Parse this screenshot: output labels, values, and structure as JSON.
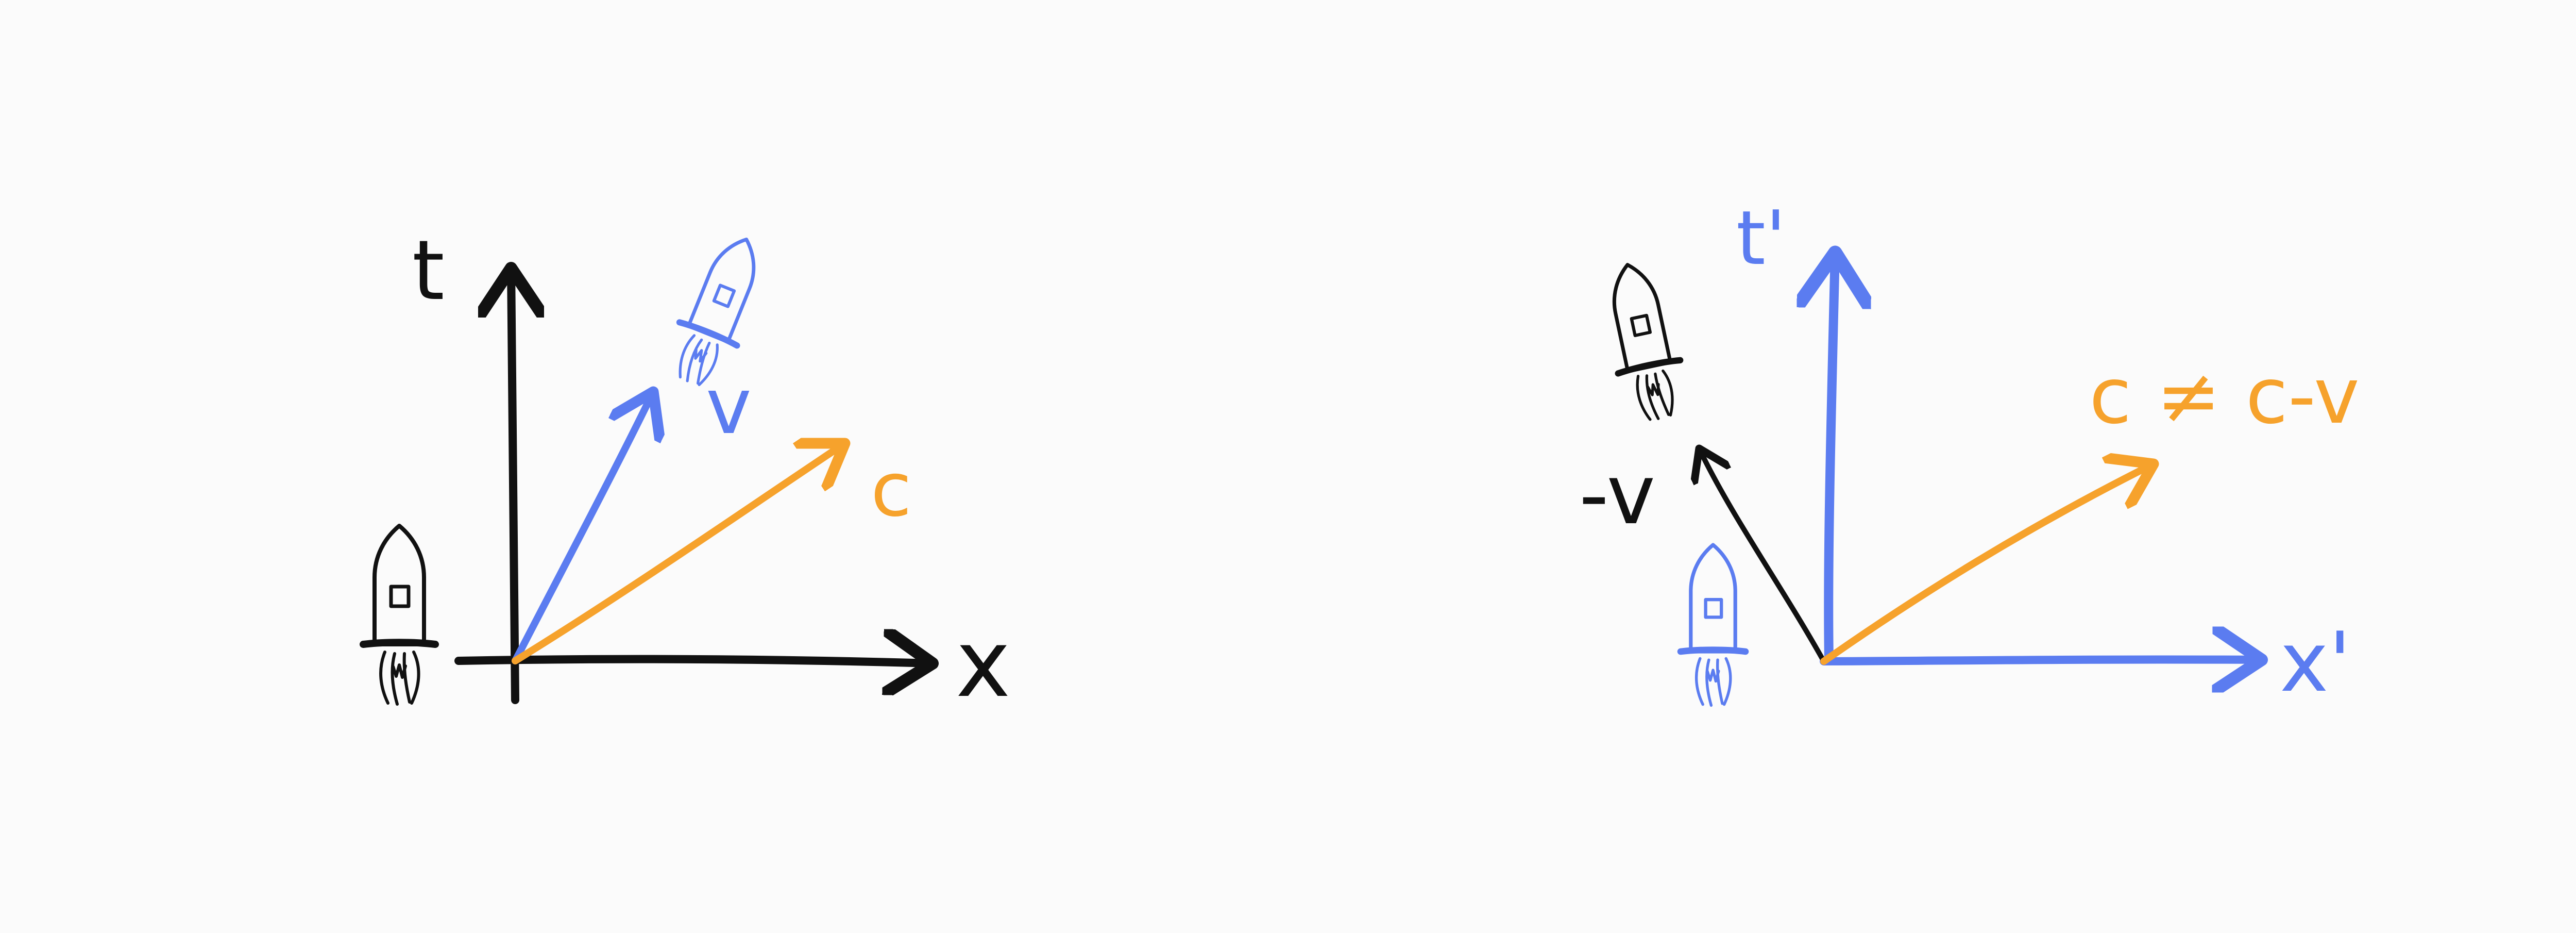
{
  "diagram": {
    "left_panel": {
      "labels": {
        "t_axis": "t",
        "x_axis": "x",
        "v_vector": "v",
        "c_vector": "c"
      }
    },
    "right_panel": {
      "labels": {
        "t_axis": "t'",
        "x_axis": "x'",
        "neg_v_vector": "-v",
        "c_relation": "c ≠ c-v"
      }
    },
    "colors": {
      "black": "#111111",
      "blue": "#5b7cf0",
      "orange": "#f6a22c",
      "background": "#fbfbfb"
    },
    "icons": [
      "rocket-icon",
      "rocket-icon",
      "rocket-icon",
      "rocket-icon"
    ]
  }
}
